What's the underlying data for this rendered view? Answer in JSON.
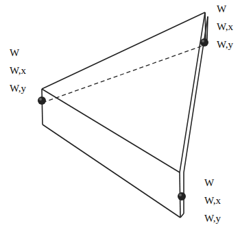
{
  "diagram": {
    "labels": [
      "W",
      "W,x",
      "W,y",
      "W",
      "W,x",
      "W,y",
      "W",
      "W,x",
      "W,y"
    ]
  }
}
